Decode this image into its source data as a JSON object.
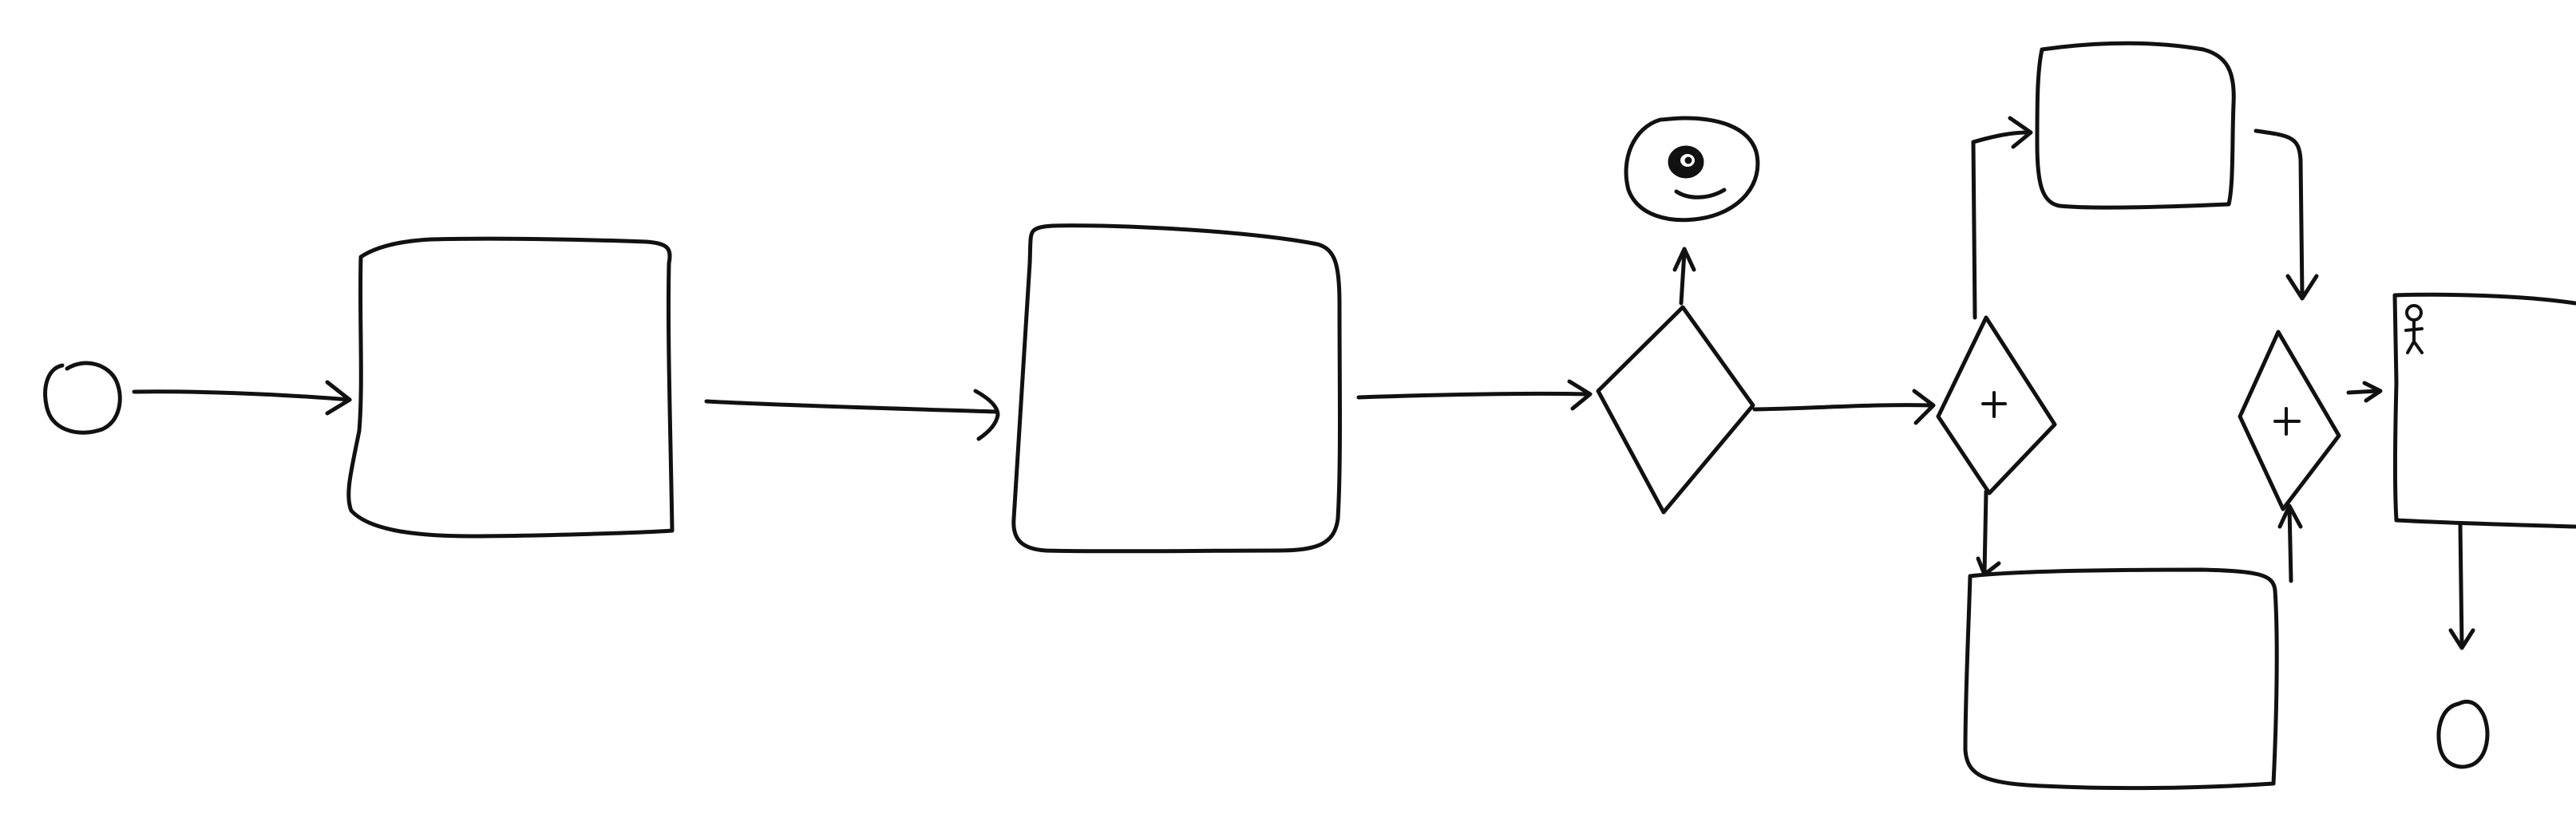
{
  "diagram": {
    "style": "hand-drawn sketch",
    "notation": "BPMN",
    "stroke_color": "#111111",
    "background_color": "#ffffff",
    "elements": [
      {
        "id": "start-event",
        "kind": "start-event"
      },
      {
        "id": "task-1",
        "kind": "task"
      },
      {
        "id": "task-2",
        "kind": "task"
      },
      {
        "id": "exclusive-gateway",
        "kind": "gateway"
      },
      {
        "id": "intermediate-event",
        "kind": "intermediate-event"
      },
      {
        "id": "parallel-split-gateway",
        "kind": "parallel-gateway",
        "marker": "+"
      },
      {
        "id": "task-upper-branch",
        "kind": "task"
      },
      {
        "id": "task-lower-branch",
        "kind": "task"
      },
      {
        "id": "parallel-join-gateway",
        "kind": "parallel-gateway",
        "marker": "+"
      },
      {
        "id": "user-task",
        "kind": "user-task",
        "icon": "person-icon"
      },
      {
        "id": "end-event",
        "kind": "end-event"
      }
    ],
    "flows": [
      {
        "from": "start-event",
        "to": "task-1"
      },
      {
        "from": "task-1",
        "to": "task-2"
      },
      {
        "from": "task-2",
        "to": "exclusive-gateway"
      },
      {
        "from": "exclusive-gateway",
        "to": "intermediate-event"
      },
      {
        "from": "exclusive-gateway",
        "to": "parallel-split-gateway"
      },
      {
        "from": "parallel-split-gateway",
        "to": "task-upper-branch"
      },
      {
        "from": "parallel-split-gateway",
        "to": "task-lower-branch"
      },
      {
        "from": "task-upper-branch",
        "to": "parallel-join-gateway"
      },
      {
        "from": "task-lower-branch",
        "to": "parallel-join-gateway"
      },
      {
        "from": "parallel-join-gateway",
        "to": "user-task"
      },
      {
        "from": "user-task",
        "to": "end-event"
      }
    ]
  }
}
